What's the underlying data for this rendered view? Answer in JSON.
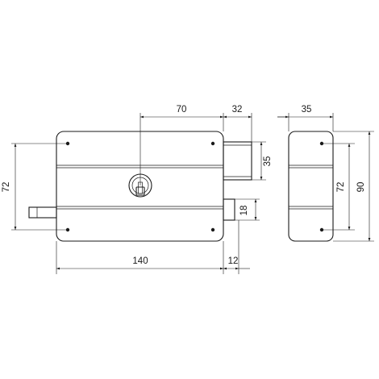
{
  "dimensions": {
    "width_70": "70",
    "width_32": "32",
    "width_35_side": "35",
    "height_72_left": "72",
    "height_35_bolt": "35",
    "height_18": "18",
    "width_140": "140",
    "width_12": "12",
    "height_72_side": "72",
    "height_90": "90"
  }
}
